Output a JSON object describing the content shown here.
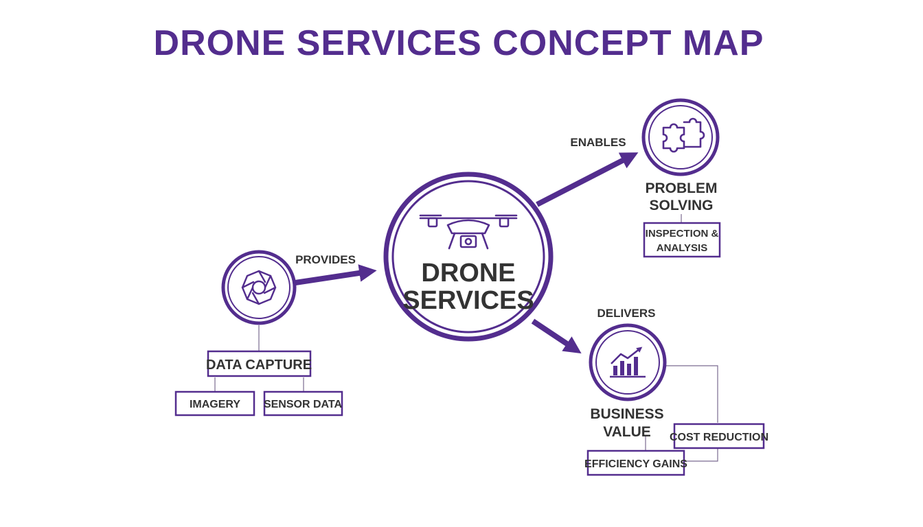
{
  "title": "DRONE SERVICES CONCEPT MAP",
  "colors": {
    "accent": "#532d8e",
    "text": "#333333",
    "connector": "#7a6a90"
  },
  "center": {
    "line1": "DRONE",
    "line2": "SERVICES",
    "icon": "drone-icon"
  },
  "edges": {
    "provides": "PROVIDES",
    "enables": "ENABLES",
    "delivers": "DELIVERS"
  },
  "nodes": {
    "data_capture": {
      "label": "DATA CAPTURE",
      "icon": "camera-aperture-icon",
      "children": [
        "IMAGERY",
        "SENSOR DATA"
      ]
    },
    "problem_solving": {
      "line1": "PROBLEM",
      "line2": "SOLVING",
      "icon": "puzzle-icon",
      "child_line1": "INSPECTION &",
      "child_line2": "ANALYSIS"
    },
    "business_value": {
      "line1": "BUSINESS",
      "line2": "VALUE",
      "icon": "growth-chart-icon",
      "children": [
        "COST REDUCTION",
        "EFFICIENCY GAINS"
      ]
    }
  }
}
